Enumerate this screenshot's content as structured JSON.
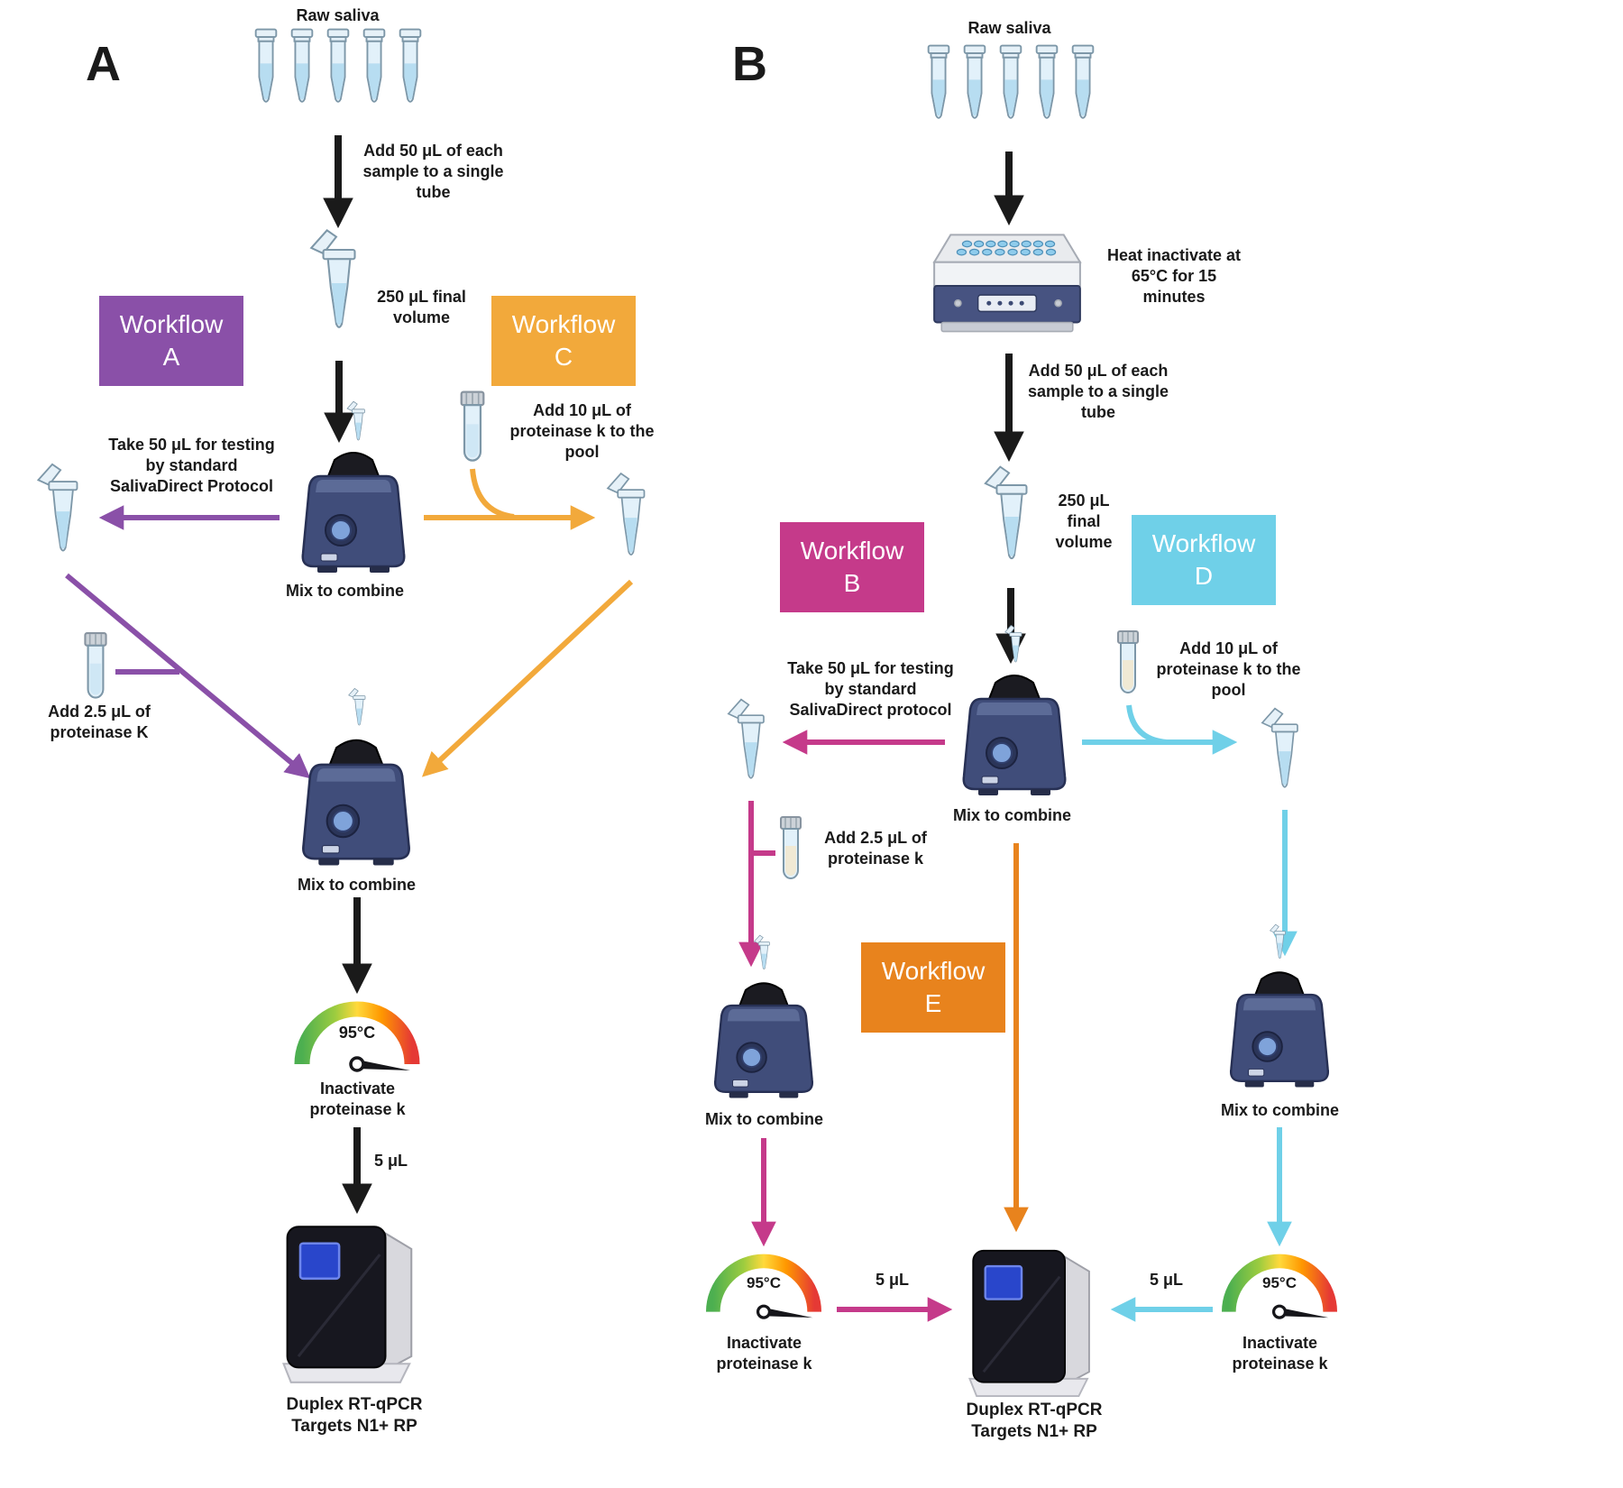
{
  "colors": {
    "ink": "#1a1a1a",
    "purple": "#8a50a8",
    "orangec": "#f2a93b",
    "magenta": "#c53a8a",
    "cyan": "#6fd0e8",
    "orangee": "#e8831d"
  },
  "panelA": {
    "letter": "A",
    "raw_saliva": "Raw saliva",
    "add_sample": "Add 50 μL of each\nsample to a single\ntube",
    "final_volume": "250 μL final\nvolume",
    "workflow_a": "Workflow\nA",
    "workflow_c": "Workflow\nC",
    "take_50": "Take 50 μL for testing\nby standard\nSalivaDirect Protocol",
    "add_10": "Add 10 μL of\nproteinase k to the\npool",
    "add_25": "Add  2.5 μL of\nproteinase K",
    "mix_1": "Mix to combine",
    "mix_2": "Mix to combine",
    "temp": "95°C",
    "inactivate": "Inactivate\nproteinase k",
    "five_ul": "5 μL",
    "qpcr": "Duplex RT-qPCR\nTargets N1+ RP"
  },
  "panelB": {
    "letter": "B",
    "raw_saliva": "Raw saliva",
    "heat_inactivate": "Heat inactivate at\n65°C for 15\nminutes",
    "add_sample": "Add 50 μL of each\nsample to a single\ntube",
    "final_volume": "250 μL\nfinal\nvolume",
    "workflow_b": "Workflow\nB",
    "workflow_d": "Workflow\nD",
    "workflow_e": "Workflow\nE",
    "take_50": "Take 50 μL for testing\nby standard\nSalivaDirect protocol",
    "add_10": "Add 10 μL of\nproteinase k to the\npool",
    "add_25": "Add  2.5 μL of\nproteinase k",
    "mix_1": "Mix to combine",
    "mix_2": "Mix to combine",
    "mix_3": "Mix to combine",
    "temp_left": "95°C",
    "temp_right": "95°C",
    "inactivate_left": "Inactivate\nproteinase k",
    "inactivate_right": "Inactivate\nproteinase k",
    "five_ul_left": "5 μL",
    "five_ul_right": "5 μL",
    "qpcr": "Duplex RT-qPCR\nTargets N1+ RP"
  }
}
